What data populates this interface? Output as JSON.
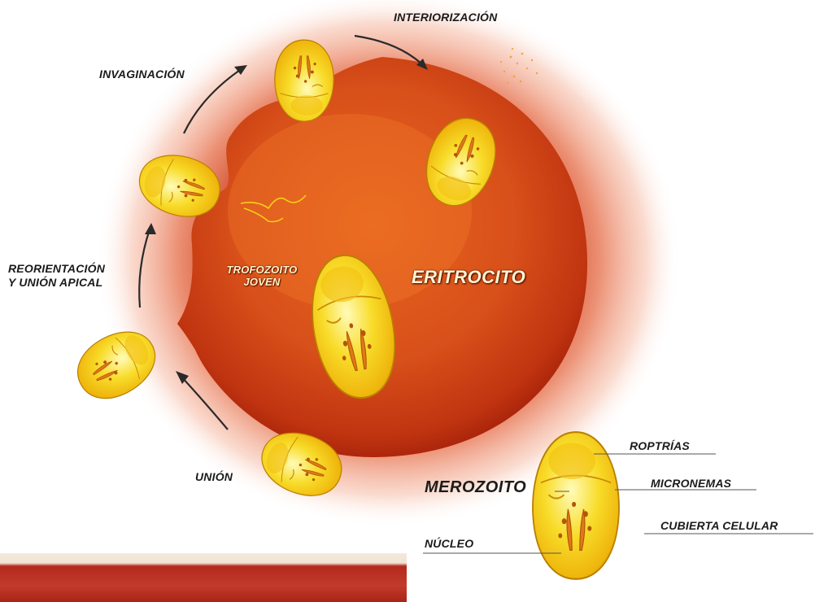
{
  "labels": {
    "interiorizacion": "INTERIORIZACIÓN",
    "invaginacion": "INVAGINACIÓN",
    "reorientacion_line1": "REORIENTACIÓN",
    "reorientacion_line2": "Y UNIÓN APICAL",
    "union": "UNIÓN",
    "trofozoito_line1": "TROFOZOITO",
    "trofozoito_line2": "JOVEN",
    "eritrocito": "ERITROCITO",
    "merozoito": "MEROZOITO",
    "roptrias": "ROPTRÍAS",
    "micronemas": "MICRONEMAS",
    "cubierta_celular": "CUBIERTA CELULAR",
    "nucleo": "NÚCLEO"
  },
  "colors": {
    "erythrocyte_core": "#e2571c",
    "erythrocyte_edge": "#b8200c",
    "halo": "#f3a88c",
    "parasite_body": "#f6cf16",
    "parasite_highlight": "#fff6a8",
    "organelle": "#e0791c",
    "arrow": "#2a2a2a"
  }
}
